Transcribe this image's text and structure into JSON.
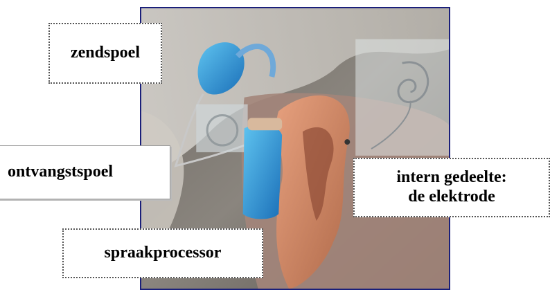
{
  "image": {
    "description_icon": "ear-with-cochlear-implant-photo",
    "frame_color": "#1a1f7a"
  },
  "labels": {
    "zendspoel": "zendspoel",
    "ontvangstspoel": "ontvangstspoel",
    "intern_line1": "intern gedeelte:",
    "intern_line2": "de elektrode",
    "spraakprocessor": "spraakprocessor"
  }
}
